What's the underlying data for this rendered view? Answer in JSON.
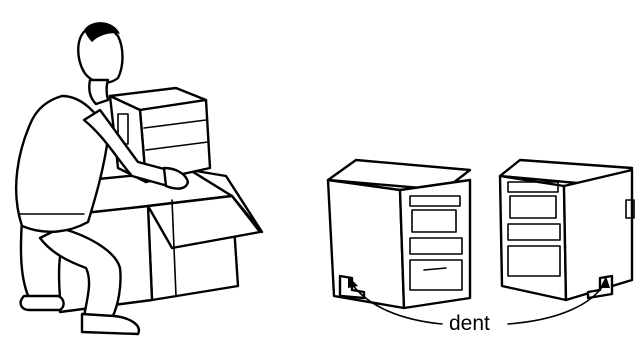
{
  "figure": {
    "callout_label": "dent",
    "line_color": "#000000",
    "background": "#ffffff",
    "illustrations": [
      "person-lifting-printer-from-box",
      "printer-front-left-view",
      "printer-front-right-view"
    ]
  }
}
